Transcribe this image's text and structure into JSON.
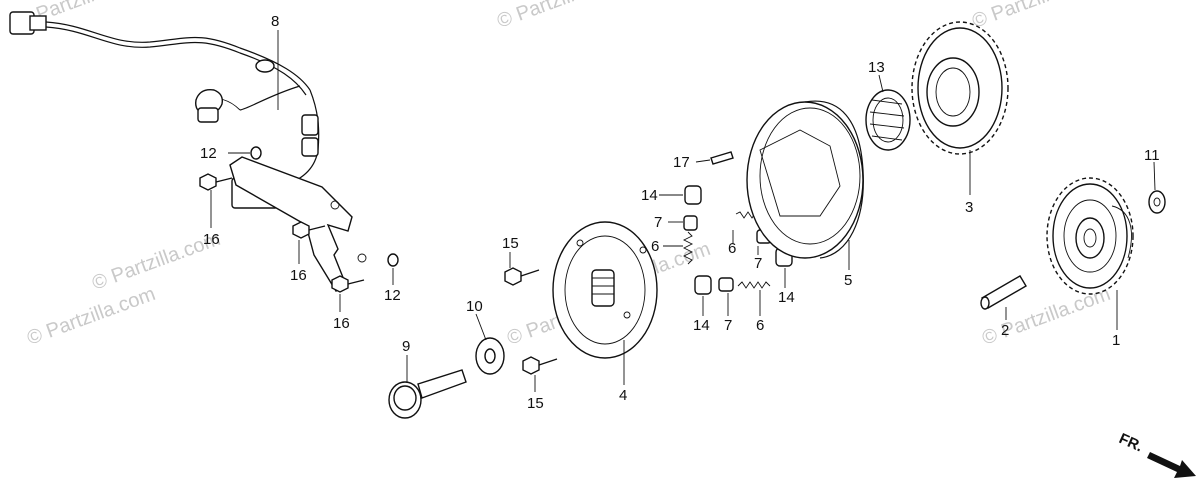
{
  "watermark": "© Partzilla.com",
  "callouts": {
    "c1": "1",
    "c2": "2",
    "c3": "3",
    "c4": "4",
    "c5": "5",
    "c6a": "6",
    "c6b": "6",
    "c6c": "6",
    "c7a": "7",
    "c7b": "7",
    "c7c": "7",
    "c8": "8",
    "c9": "9",
    "c10": "10",
    "c11": "11",
    "c12a": "12",
    "c12b": "12",
    "c13": "13",
    "c14a": "14",
    "c14b": "14",
    "c14c": "14",
    "c15a": "15",
    "c15b": "15",
    "c16a": "16",
    "c16b": "16",
    "c16c": "16",
    "c17": "17"
  },
  "front_indicator": "FR.",
  "colors": {
    "ink": "#111111",
    "watermark": "#c9c9c9",
    "background": "#ffffff"
  }
}
